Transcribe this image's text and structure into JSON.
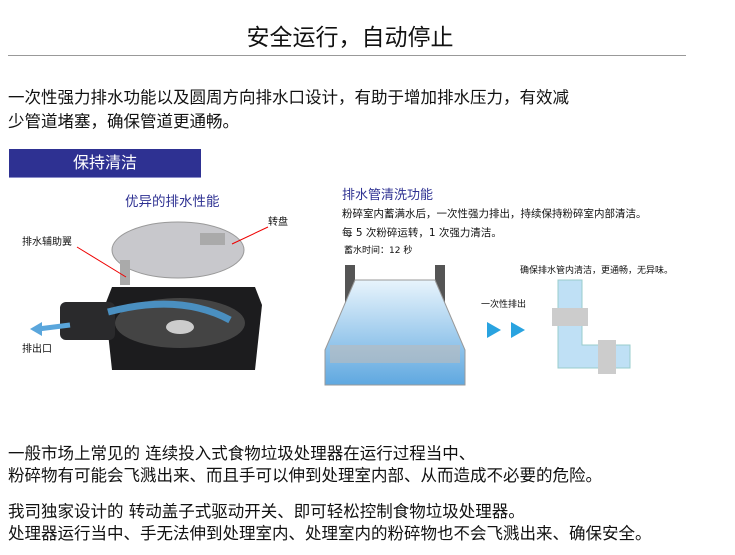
{
  "title": "安全运行，自动停止",
  "intro": [
    "一次性强力排水功能以及圆周方向排水口设计，有助于增加排水压力，有效减",
    "少管道堵塞，确保管道更通畅。"
  ],
  "banner": "保持清洁",
  "left_figure": {
    "title": "优异的排水性能",
    "labels": {
      "turntable": "转盘",
      "wing": "排水辅助翼",
      "outlet": "排出口"
    }
  },
  "right_figure": {
    "title": "排水管清洗功能",
    "lines": [
      "粉碎室内蓄满水后，一次性强力排出，持续保持粉碎室内部清洁。",
      "每 5 次粉碎运转，1 次强力清洁。"
    ],
    "storage_time": "蓄水时间：12 秒",
    "discharge": "一次性排出",
    "result": "确保排水管内清洁，更通畅，无异味。"
  },
  "body": [
    "一般市场上常见的 连续投入式食物垃圾处理器在运行过程当中、",
    "粉碎物有可能会飞溅出来、而且手可以伸到处理室内部、从而造成不必要的危险。",
    "我司独家设计的 转动盖子式驱动开关、即可轻松控制食物垃圾处理器。",
    "处理器运行当中、手无法伸到处理室内、处理室内的粉碎物也不会飞溅出来、确保安全。"
  ]
}
